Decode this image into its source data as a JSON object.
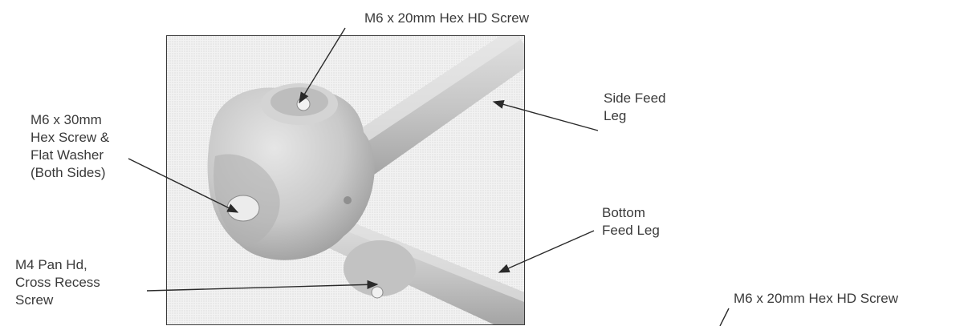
{
  "labels": {
    "top_screw": "M6 x 20mm Hex HD Screw",
    "side_screw": [
      "M6 x 30mm",
      "Hex Screw &",
      "Flat Washer",
      "(Both Sides)"
    ],
    "pan_screw": [
      "M4 Pan Hd,",
      "Cross Recess",
      "Screw"
    ],
    "side_feed_leg": [
      "Side Feed",
      "Leg"
    ],
    "bottom_feed_leg": [
      "Bottom",
      "Feed Leg"
    ],
    "lower_right_screw": "M6 x 20mm Hex HD Screw"
  },
  "colors": {
    "ink": "#3a3a3a",
    "photo_background": "#f4f4f4",
    "metal_light": "#d9d9d9",
    "metal_mid": "#bcbcbc",
    "metal_dark": "#8f8f8f"
  }
}
